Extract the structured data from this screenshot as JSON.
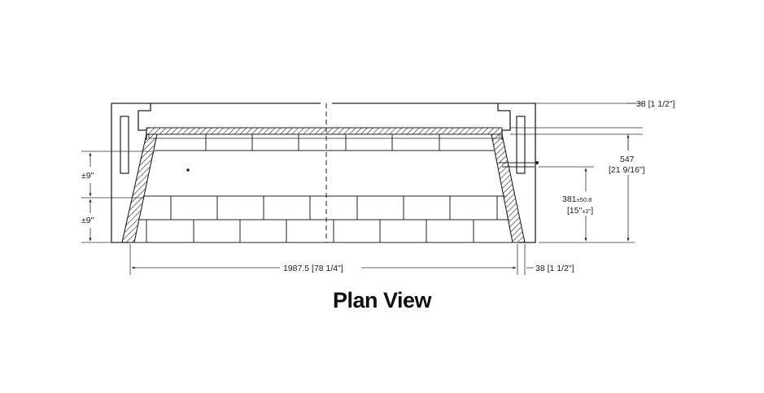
{
  "caption": "Plan View",
  "dimensions": {
    "top_flange": "38 [1 1/2\"]",
    "height_mm": "547",
    "height_in": "[21 9/16\"]",
    "depth_mm": "381",
    "depth_tol": "±50.8",
    "depth_in": "[15\"",
    "depth_in_tol": "±2\"",
    "depth_in_close": "]",
    "upper_offset": "±9\"",
    "lower_offset": "±9\"",
    "width": "1987.5 [78 1/4\"]",
    "side_flange": "38 [1 1/2\"]"
  },
  "colors": {
    "line": "#222222",
    "dim_line": "#333333",
    "background": "#ffffff"
  }
}
